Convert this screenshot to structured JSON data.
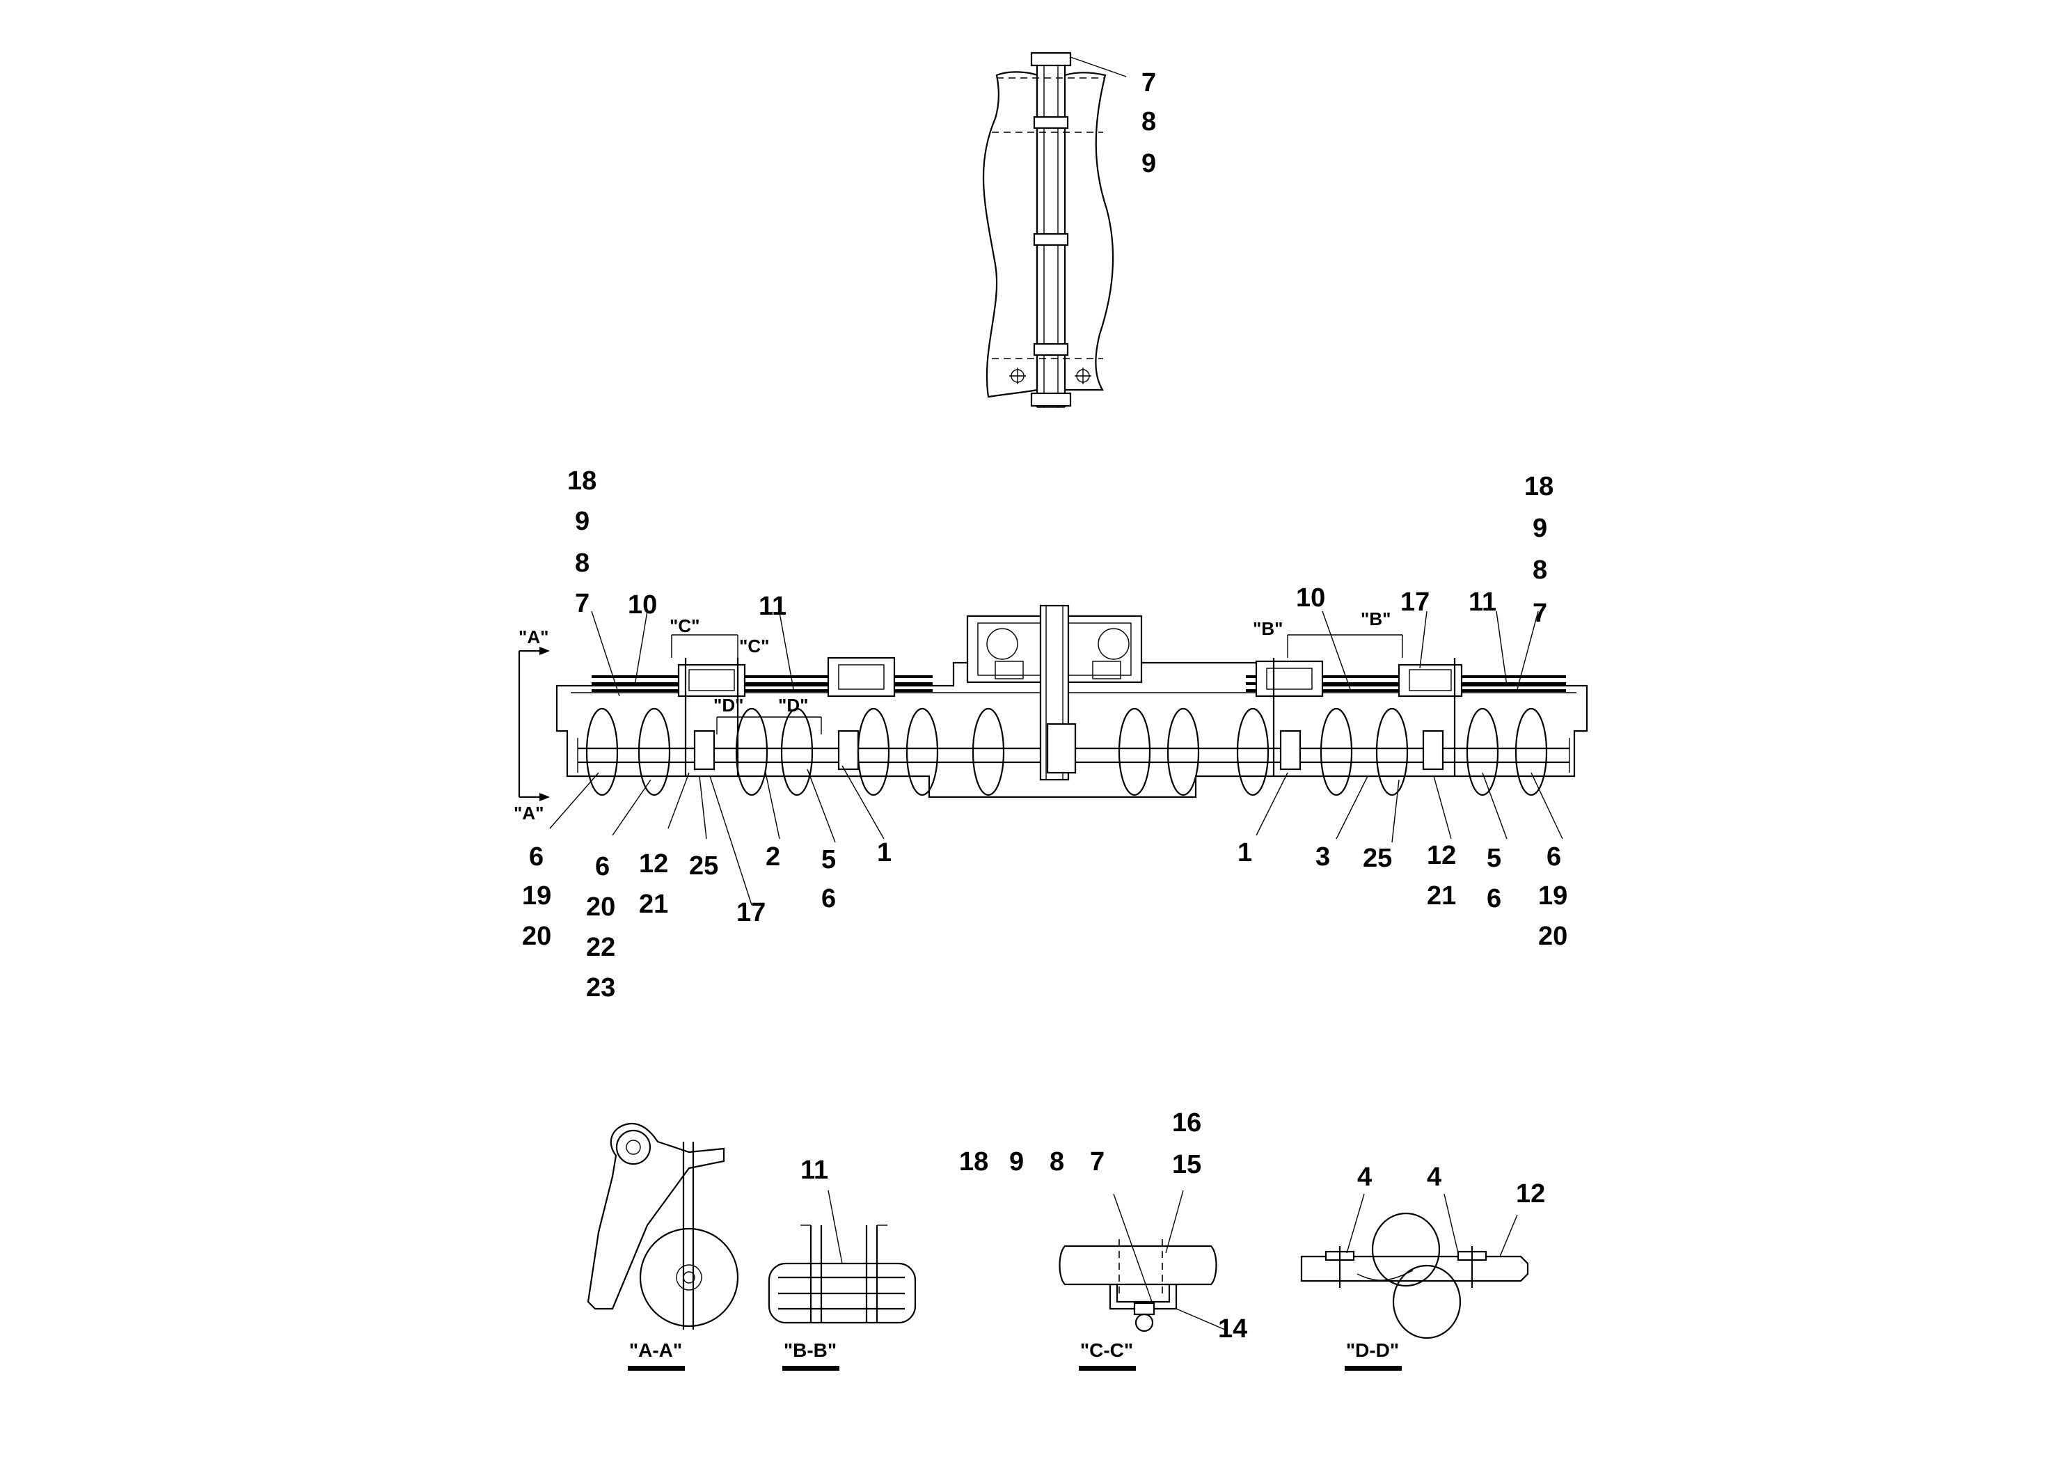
{
  "callouts": {
    "top": [
      "7",
      "8",
      "9"
    ],
    "main_left_stack": [
      "18",
      "9",
      "8",
      "7"
    ],
    "main_right_stack": [
      "18",
      "9",
      "8",
      "7"
    ],
    "main_upper": [
      "10",
      "11",
      "10",
      "17",
      "11"
    ],
    "main_bottom_left": [
      "6",
      "19",
      "20",
      "6",
      "20",
      "22",
      "23",
      "12",
      "21",
      "25",
      "17",
      "2",
      "5",
      "6",
      "1"
    ],
    "main_bottom_right": [
      "1",
      "3",
      "25",
      "12",
      "21",
      "5",
      "6",
      "6",
      "19",
      "20"
    ],
    "detail": [
      "11",
      "18",
      "9",
      "8",
      "7",
      "16",
      "15",
      "14",
      "4",
      "4",
      "12"
    ]
  },
  "section_markers": [
    "\"A\"",
    "\"A\"",
    "\"C\"",
    "\"C\"",
    "\"D\"",
    "\"D\"",
    "\"B\"",
    "\"B\""
  ],
  "section_titles": [
    "\"A-A\"",
    "\"B-B\"",
    "\"C-C\"",
    "\"D-D\""
  ]
}
